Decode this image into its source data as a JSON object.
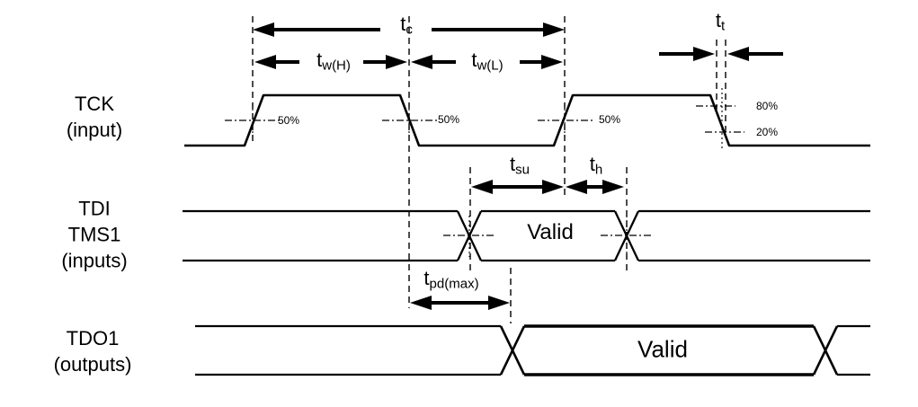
{
  "colors": {
    "line": "#000000",
    "background": "#ffffff"
  },
  "signals": {
    "tck": {
      "line1": "TCK",
      "line2": "(input)"
    },
    "tdi": {
      "line1": "TDI",
      "line2": "TMS1",
      "line3": "(inputs)"
    },
    "tdo": {
      "line1": "TDO1",
      "line2": "(outputs)"
    }
  },
  "timing_labels": {
    "tc": {
      "main": "t",
      "sub": "c"
    },
    "twh": {
      "main": "t",
      "sub": "w(H)"
    },
    "twl": {
      "main": "t",
      "sub": "w(L)"
    },
    "tt": {
      "main": "t",
      "sub": "t"
    },
    "tsu": {
      "main": "t",
      "sub": "su"
    },
    "th": {
      "main": "t",
      "sub": "h"
    },
    "tpd": {
      "main": "t",
      "sub": "pd(max)"
    }
  },
  "levels": {
    "rise1": "50%",
    "fall1": "50%",
    "rise2": "50%",
    "high": "80%",
    "low": "20%"
  },
  "valid_labels": {
    "tdi": "Valid",
    "tdo": "Valid"
  }
}
